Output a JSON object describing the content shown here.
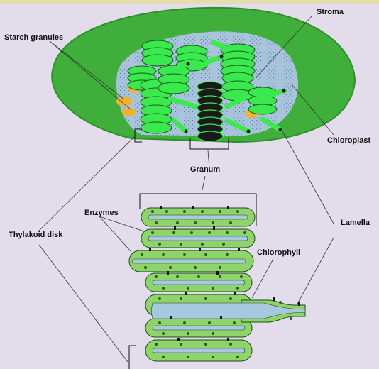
{
  "labels": {
    "starch_granules": "Starch granules",
    "stroma": "Stroma",
    "chloroplast": "Chloroplast",
    "granum": "Granum",
    "enzymes": "Enzymes",
    "thylakoid_disk": "Thylakoid disk",
    "lamella": "Lamella",
    "chlorophyll": "Chlorophyll"
  },
  "colors": {
    "background": "#e3dcea",
    "top_strip": "#e6dcb4",
    "envelope": "#3fae3a",
    "envelope_edge": "#2f8f2c",
    "stroma": "#a8c4dc",
    "thylakoid": "#39e94e",
    "membrane_light": "#8fd46a",
    "lumen": "#a8c8e0",
    "starch": "#f0b030",
    "dark_granum": "#1a1a1a",
    "particle": "#2a5a28"
  },
  "icons": [
    "chloroplast-illustration",
    "granum-detail-illustration"
  ]
}
